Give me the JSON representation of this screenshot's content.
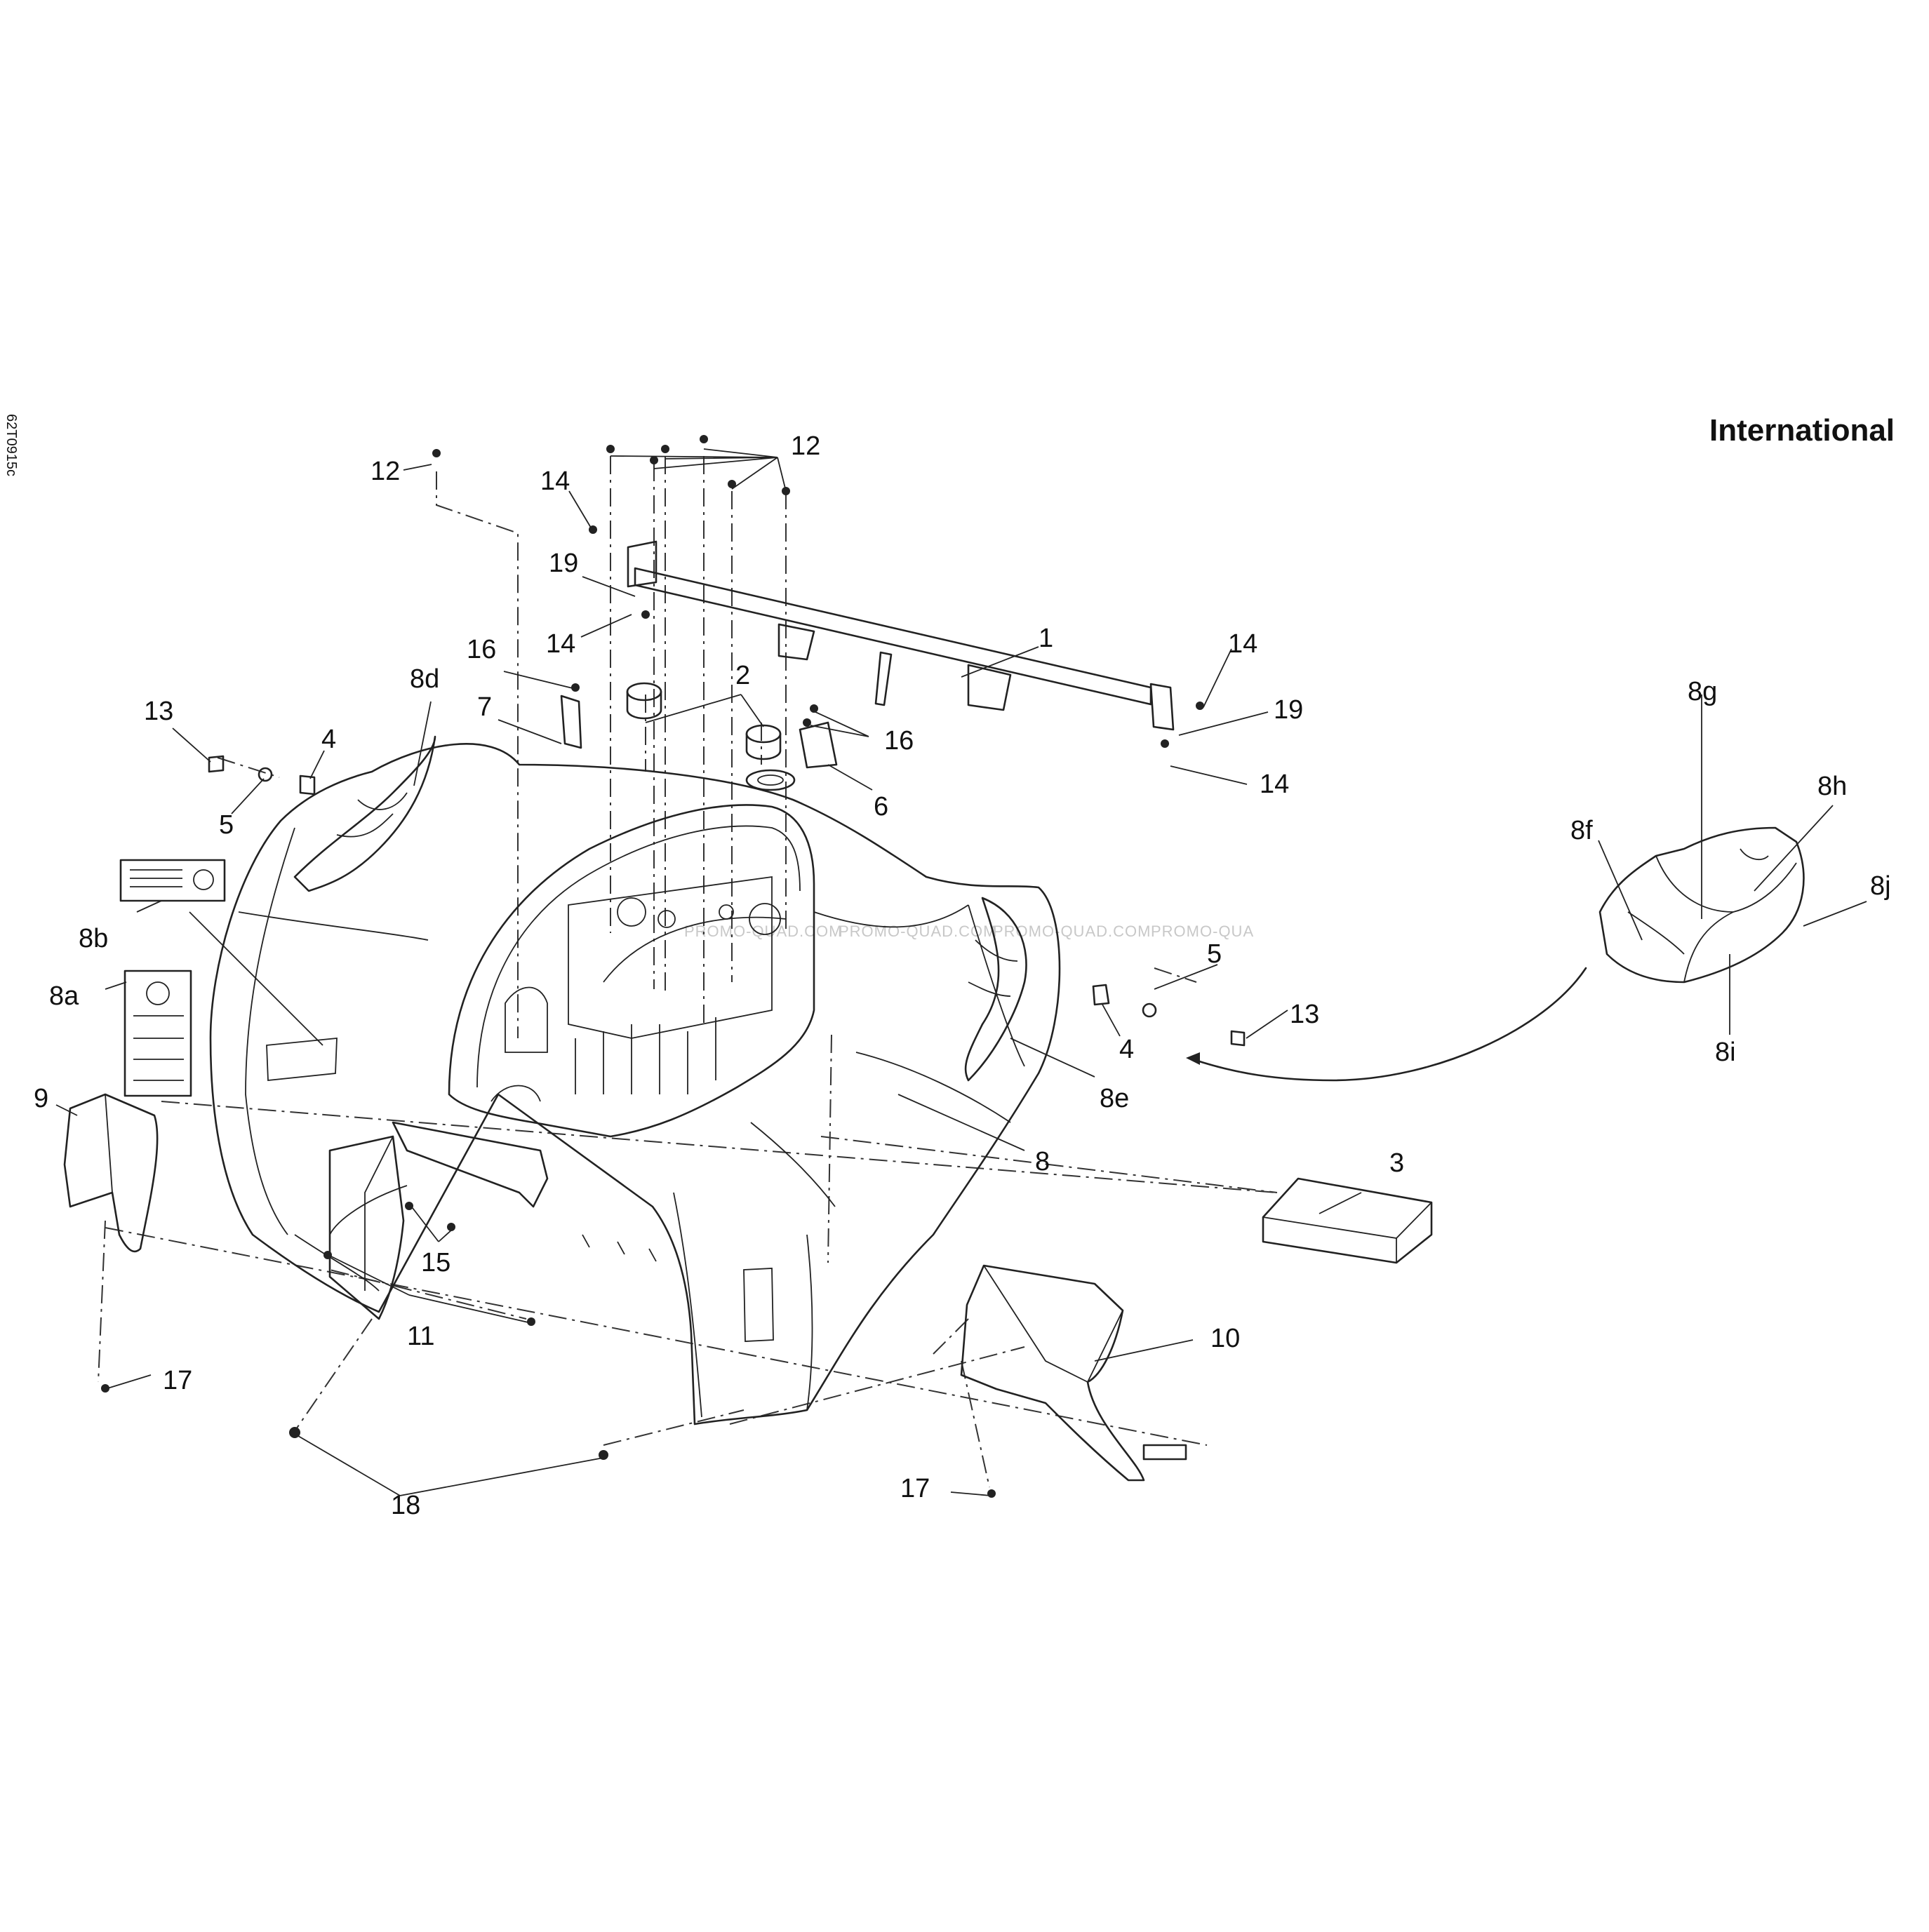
{
  "diagram": {
    "title": "International",
    "drawing_code": "62T0915c",
    "watermarks": [
      "PROMO-QUAD.COM",
      "PROMO-QUAD.COM",
      "PROMO-QUAD.COM",
      "PROMO-QUA"
    ],
    "callouts": [
      "1",
      "2",
      "3",
      "4",
      "4",
      "5",
      "5",
      "6",
      "7",
      "8",
      "8a",
      "8b",
      "8d",
      "8e",
      "8f",
      "8g",
      "8h",
      "8i",
      "8j",
      "9",
      "10",
      "11",
      "12",
      "12",
      "13",
      "13",
      "14",
      "14",
      "14",
      "14",
      "15",
      "16",
      "16",
      "17",
      "17",
      "18",
      "19",
      "19"
    ]
  }
}
